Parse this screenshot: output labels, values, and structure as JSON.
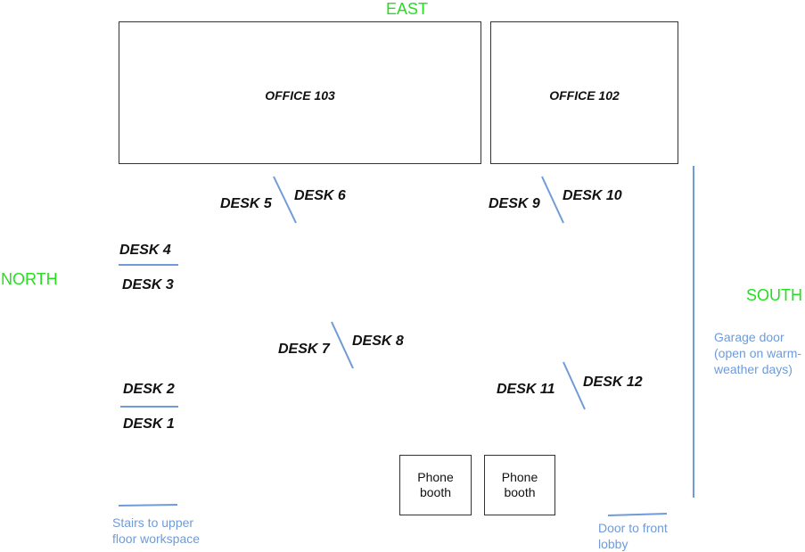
{
  "compass": {
    "east": "EAST",
    "north": "NORTH",
    "south": "SOUTH"
  },
  "rooms": {
    "office_103": "OFFICE 103",
    "office_102": "OFFICE 102"
  },
  "desks": {
    "desk_1": "DESK 1",
    "desk_2": "DESK 2",
    "desk_3": "DESK 3",
    "desk_4": "DESK 4",
    "desk_5": "DESK 5",
    "desk_6": "DESK 6",
    "desk_7": "DESK 7",
    "desk_8": "DESK 8",
    "desk_9": "DESK 9",
    "desk_10": "DESK 10",
    "desk_11": "DESK 11",
    "desk_12": "DESK 12"
  },
  "booths": {
    "booth_1": "Phone booth",
    "booth_2": "Phone booth"
  },
  "notes": {
    "stairs": "Stairs to upper floor workspace",
    "garage": "Garage door (open on warm-weather days)",
    "front_door": "Door to front lobby"
  },
  "colors": {
    "compass": "#22e01e",
    "divider": "#6f9bd8",
    "text": "#111111"
  }
}
